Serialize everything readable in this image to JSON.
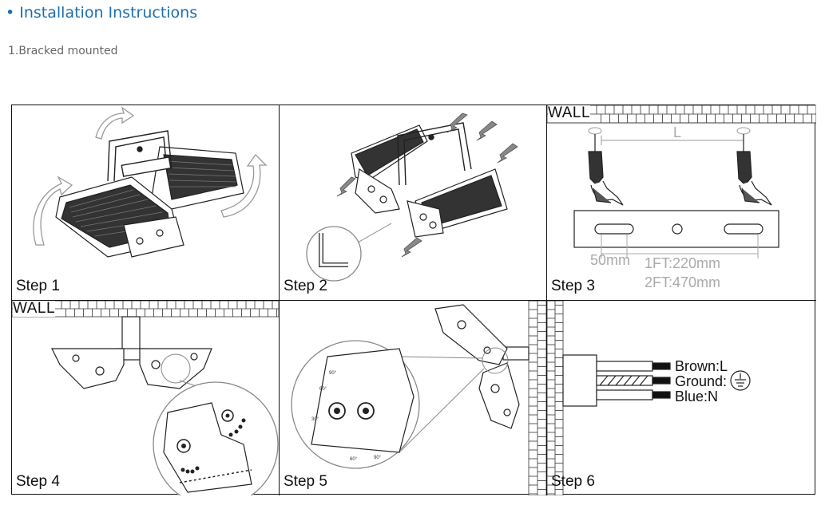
{
  "page": {
    "heading": "• Installation Instructions",
    "subheading": "1.Bracked mounted"
  },
  "steps": [
    {
      "label": "Step 1"
    },
    {
      "label": "Step 2"
    },
    {
      "label": "Step 3"
    },
    {
      "label": "Step 4"
    },
    {
      "label": "Step 5"
    },
    {
      "label": "Step 6"
    }
  ],
  "wall_label": "WALL",
  "step3": {
    "distance_symbol": "L",
    "offset": "50mm",
    "spacing_1ft": "1FT:220mm",
    "spacing_2ft": "2FT:470mm"
  },
  "step6": {
    "wires": [
      "Brown:L",
      "Ground:",
      "Blue:N"
    ]
  },
  "icons": [
    "rotate-arrow-icon",
    "hex-key-icon",
    "screw-icon",
    "drill-icon",
    "ground-symbol-icon"
  ]
}
